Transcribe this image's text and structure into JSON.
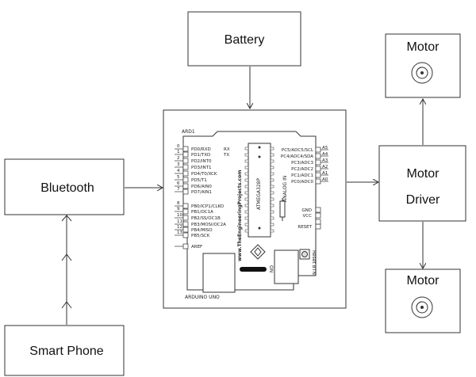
{
  "blocks": {
    "battery": "Battery",
    "bluetooth": "Bluetooth",
    "smartphone": "Smart Phone",
    "motor_top": "Motor",
    "motor_bottom": "Motor",
    "motor_driver_line1": "Motor",
    "motor_driver_line2": "Driver"
  },
  "arduino": {
    "title": "ARD1",
    "watermark": "www.TheEngineeringProjects.com",
    "model": "ARDUINO UNO",
    "analog_label": "ANALOG IN",
    "reset_btn": "Reset BTN",
    "on_label": "ON",
    "chip_label": "ATMEGA328P",
    "left_pins": [
      "PD0/RXD",
      "PD1/TXD",
      "PD2/INT0",
      "PD3/INT1",
      "PD4/T0/XCK",
      "PD5/T1",
      "PD6/AIN0",
      "PD7/AIN1",
      "PB0/ICP1/CLKO",
      "PB1/OC1A",
      "PB2/SS/OC1B",
      "PB3/MOSI/OC2A",
      "PB4/MISO",
      "PB5/SCK",
      "AREF"
    ],
    "left_nums": [
      "0",
      "1",
      "2",
      "3",
      "4",
      "5",
      "6",
      "7",
      "8",
      "9",
      "10",
      "11",
      "12",
      "13"
    ],
    "tx_label": "TX",
    "rx_label": "RX",
    "right_pins": [
      "PC5/ADC5/SCL",
      "PC4/ADC4/SDA",
      "PC3/ADC3",
      "PC2/ADC2",
      "PC1/ADC1",
      "PC0/ADC0"
    ],
    "right_nums": [
      "A5",
      "A4",
      "A3",
      "A2",
      "A1",
      "A0"
    ],
    "power_pins": [
      "GND",
      "VCC",
      "RESET"
    ]
  }
}
